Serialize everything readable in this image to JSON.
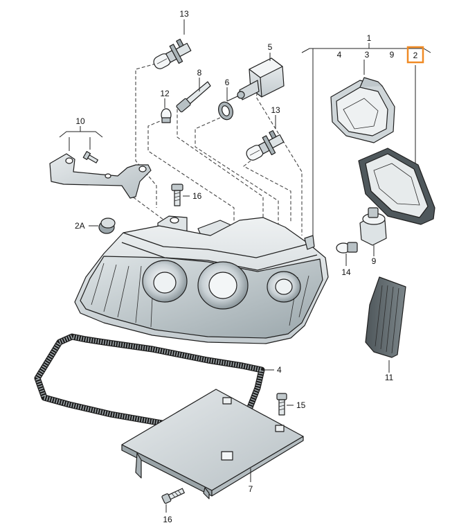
{
  "colors": {
    "part_fill": "#e9ecee",
    "part_shade": "#c9d0d4",
    "part_dark": "#8f9aa0",
    "lens": "#d6dde0",
    "lens_dark": "#a3aeb3",
    "gasket_fill": "#b9c1c5",
    "highlight": "#f08a24",
    "strip_dark": "#5a6266"
  },
  "icons": {
    "bulb_h7": "bulb-icon",
    "bulb_small": "small-bulb-icon",
    "screw": "screw-icon",
    "retaining_ring": "ring-icon"
  },
  "callouts": {
    "group_top": "1",
    "sub_4": "4",
    "sub_3": "3",
    "sub_9": "9",
    "sub_2": "2",
    "p13_top": "13",
    "p5": "5",
    "p8": "8",
    "p12": "12",
    "p6": "6",
    "p13_mid": "13",
    "p10": "10",
    "p16_mid": "16",
    "p2a": "2A",
    "p9": "9",
    "p14": "14",
    "p11": "11",
    "p4_gasket": "4",
    "p15": "15",
    "p7": "7",
    "p16_bottom": "16"
  }
}
